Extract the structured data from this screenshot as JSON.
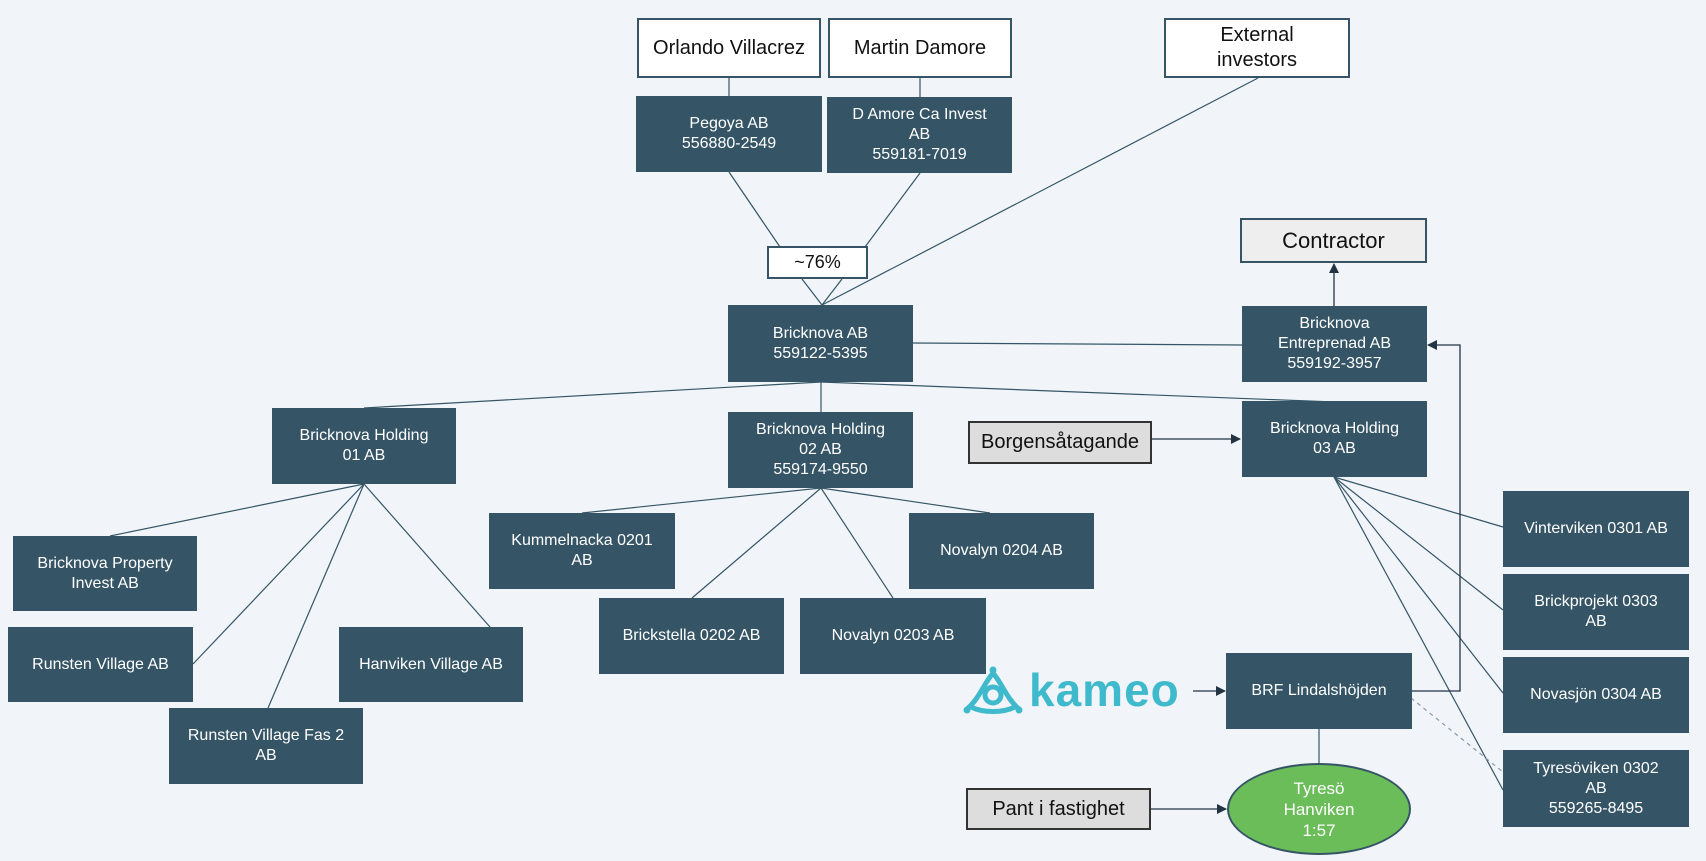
{
  "colors": {
    "box": "#355566",
    "line": "#355566",
    "ellipse": "#6bbd5a",
    "kameo": "#3fb9cc",
    "background": "#f1f5f9"
  },
  "owners": {
    "orlando": "Orlando Villacrez",
    "martin": "Martin Damore",
    "external": [
      "External",
      "investors"
    ]
  },
  "holdcos": {
    "pegoya": [
      "Pegoya AB",
      "556880-2549"
    ],
    "damore": [
      "D Amore Ca Invest",
      "AB",
      "559181-7019"
    ]
  },
  "ownership_pct": "~76%",
  "contractor": "Contractor",
  "bricknova_ab": [
    "Bricknova AB",
    "559122-5395"
  ],
  "entreprenad": [
    "Bricknova",
    "Entreprenad AB",
    "559192-3957"
  ],
  "holding01": [
    "Bricknova Holding",
    "01 AB"
  ],
  "holding02": [
    "Bricknova Holding",
    "02 AB",
    "559174-9550"
  ],
  "holding03": [
    "Bricknova Holding",
    "03 AB"
  ],
  "borgen": "Borgensåtagande",
  "pant": "Pant i fastighet",
  "subs01": {
    "property": [
      "Bricknova Property",
      "Invest AB"
    ],
    "runsten": "Runsten Village AB",
    "runsten_fas2": [
      "Runsten Village Fas 2",
      "AB"
    ],
    "hanviken": "Hanviken Village AB"
  },
  "subs02": {
    "kummelnacka": [
      "Kummelnacka 0201",
      "AB"
    ],
    "brickstella": "Brickstella 0202 AB",
    "novalyn0203": "Novalyn 0203 AB",
    "novalyn0204": "Novalyn 0204 AB"
  },
  "subs03": {
    "vinterviken": "Vinterviken 0301 AB",
    "brickprojekt": [
      "Brickprojekt 0303",
      "AB"
    ],
    "novasjon": "Novasjön 0304 AB",
    "tyresoviken": [
      "Tyresöviken 0302",
      "AB",
      "559265-8495"
    ]
  },
  "brf": "BRF Lindalshöjden",
  "property": [
    "Tyresö",
    "Hanviken",
    "1:57"
  ],
  "kameo_logo": "kameo"
}
